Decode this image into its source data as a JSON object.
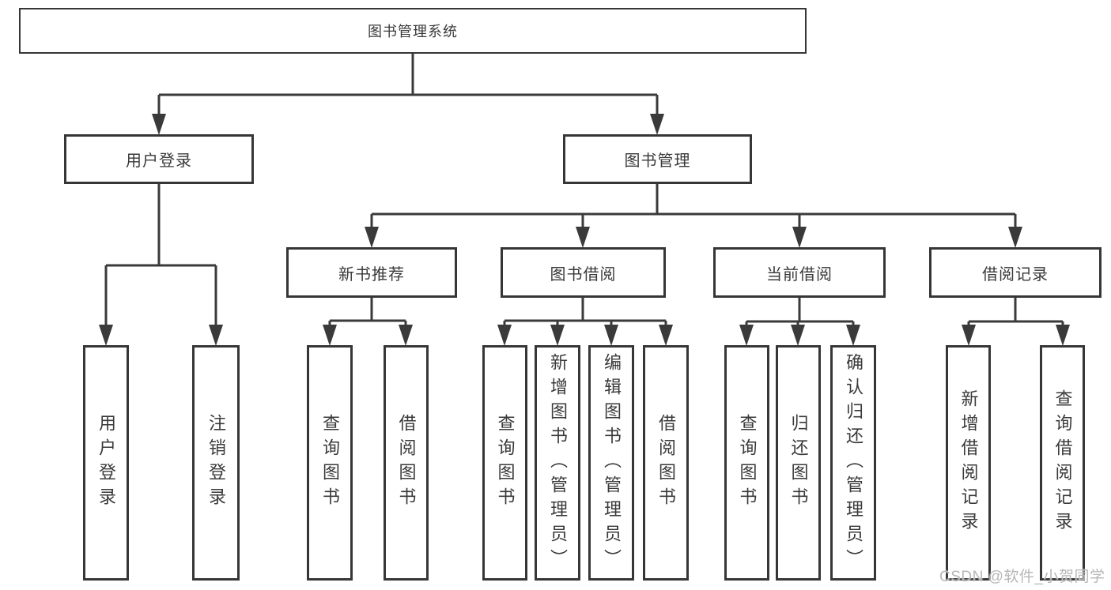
{
  "diagram": {
    "root": {
      "label": "图书管理系统"
    },
    "branches": [
      {
        "label": "用户登录",
        "children": [
          {
            "label": "用户登录"
          },
          {
            "label": "注销登录"
          }
        ]
      },
      {
        "label": "图书管理",
        "children": [
          {
            "label": "新书推荐",
            "children": [
              {
                "label": "查询图书"
              },
              {
                "label": "借阅图书"
              }
            ]
          },
          {
            "label": "图书借阅",
            "children": [
              {
                "label": "查询图书"
              },
              {
                "label": "新增图书（管理员）"
              },
              {
                "label": "编辑图书（管理员）"
              },
              {
                "label": "借阅图书"
              }
            ]
          },
          {
            "label": "当前借阅",
            "children": [
              {
                "label": "查询图书"
              },
              {
                "label": "归还图书"
              },
              {
                "label": "确认归还（管理员）"
              }
            ]
          },
          {
            "label": "借阅记录",
            "children": [
              {
                "label": "新增借阅记录"
              },
              {
                "label": "查询借阅记录"
              }
            ]
          }
        ]
      }
    ],
    "colors": {
      "line": "#3a3a3a",
      "box_border": "#363636",
      "text": "#3a3a3a",
      "background": "#ffffff",
      "watermark": "#b7b7b7"
    }
  },
  "watermark": {
    "text": "CSDN @软件_小贺同学"
  }
}
